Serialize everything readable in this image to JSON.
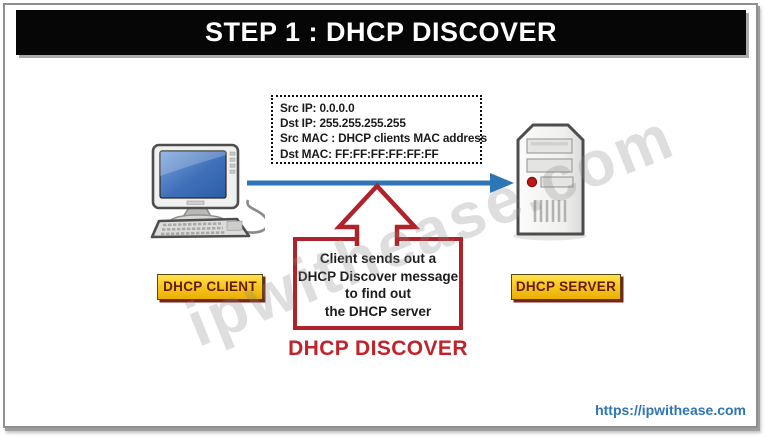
{
  "title": "STEP 1 : DHCP DISCOVER",
  "packet_info": {
    "lines": [
      "Src IP: 0.0.0.0",
      "Dst IP: 255.255.255.255",
      "Src MAC : DHCP clients MAC address",
      "Dst MAC: FF:FF:FF:FF:FF:FF"
    ]
  },
  "client": {
    "label": "DHCP CLIENT"
  },
  "server": {
    "label": "DHCP SERVER"
  },
  "callout": {
    "lines": [
      "Client sends out a",
      "DHCP Discover message",
      "to find out",
      "the DHCP server"
    ],
    "caption": "DHCP DISCOVER"
  },
  "watermark": "ipwithease.com",
  "footer": {
    "url": "https://ipwithease.com"
  },
  "colors": {
    "arrow_blue": "#2e75b6",
    "callout_red": "#b0232a",
    "caption_red": "#c2232b",
    "label_yellow": "#f8c81e",
    "label_text": "#661a0e",
    "titlebar_bg": "#060606",
    "titlebar_text": "#ffffff"
  }
}
